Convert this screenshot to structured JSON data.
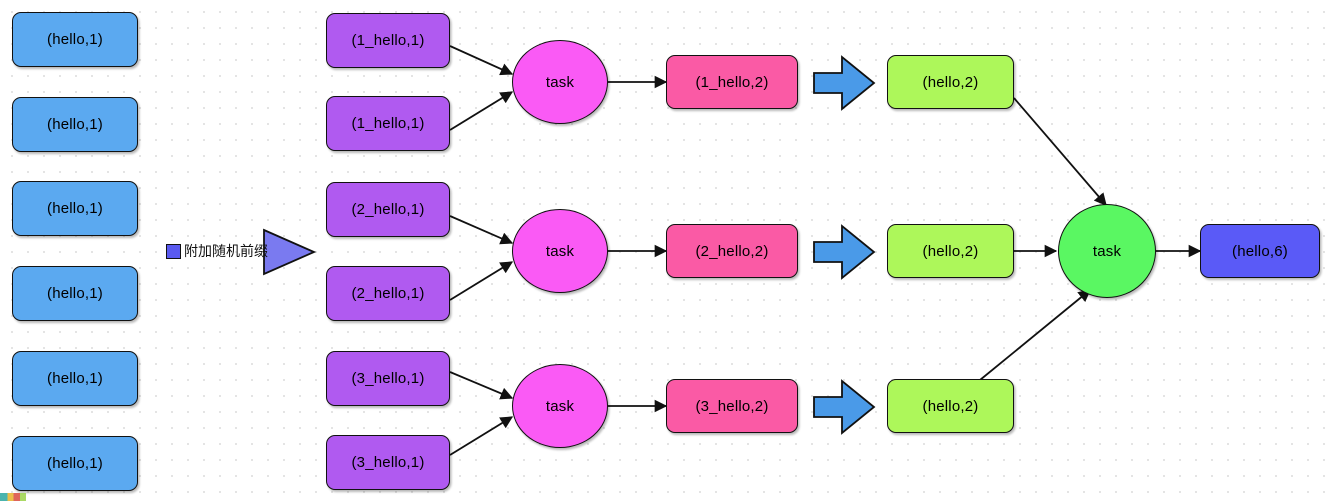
{
  "diagram": {
    "title": "MapReduce word count with random prefix combine",
    "type": "flow-diagram",
    "background": "#ffffff",
    "grid_dot_color": "#e2e2e2",
    "palette": {
      "input_blue": "#5ba9f0",
      "prefixed_purple": "#b05af0",
      "task_magenta": "#fa5af5",
      "partial_pink": "#fa5aa5",
      "stripped_green": "#adf75a",
      "final_task_green": "#5af762",
      "result_blue": "#5a5af7",
      "block_arrow_blue": "#4a9ae8",
      "legend_swatch": "#5a5af0",
      "stroke": "#111111"
    },
    "legend": {
      "label": "附加随机前缀",
      "swatch_name": "prefix-swatch"
    },
    "inputs": [
      {
        "label": "(hello,1)"
      },
      {
        "label": "(hello,1)"
      },
      {
        "label": "(hello,1)"
      },
      {
        "label": "(hello,1)"
      },
      {
        "label": "(hello,1)"
      },
      {
        "label": "(hello,1)"
      }
    ],
    "prefixed": [
      {
        "label": "(1_hello,1)"
      },
      {
        "label": "(1_hello,1)"
      },
      {
        "label": "(2_hello,1)"
      },
      {
        "label": "(2_hello,1)"
      },
      {
        "label": "(3_hello,1)"
      },
      {
        "label": "(3_hello,1)"
      }
    ],
    "tasks": [
      {
        "label": "task"
      },
      {
        "label": "task"
      },
      {
        "label": "task"
      }
    ],
    "partials": [
      {
        "label": "(1_hello,2)"
      },
      {
        "label": "(2_hello,2)"
      },
      {
        "label": "(3_hello,2)"
      }
    ],
    "stripped": [
      {
        "label": "(hello,2)"
      },
      {
        "label": "(hello,2)"
      },
      {
        "label": "(hello,2)"
      }
    ],
    "final_task": {
      "label": "task"
    },
    "final_result": {
      "label": "(hello,6)"
    }
  }
}
